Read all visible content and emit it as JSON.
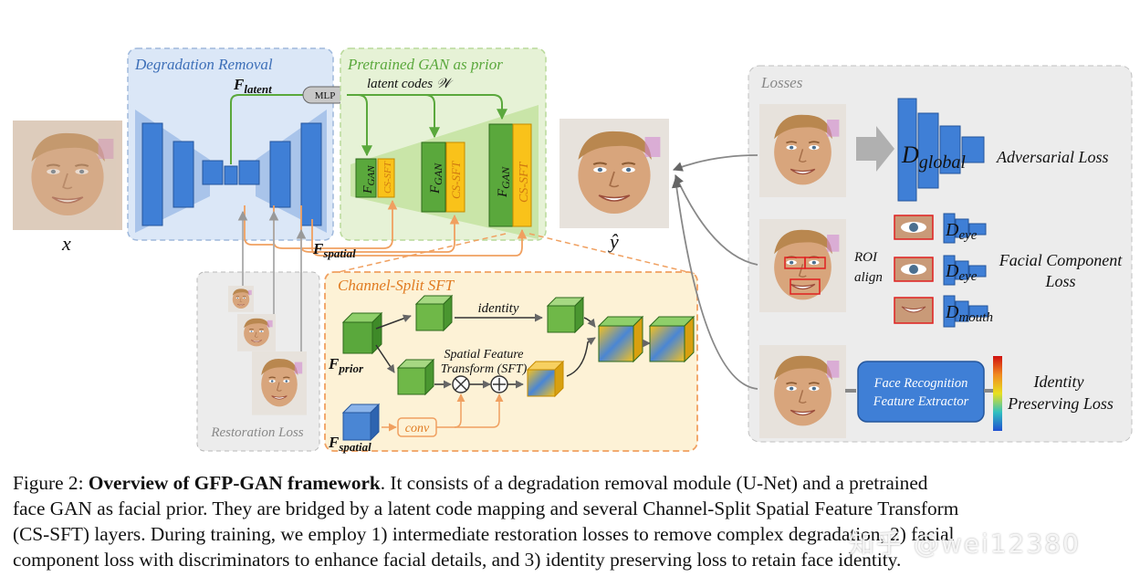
{
  "labels": {
    "degradation_removal": "Degradation Removal",
    "pretrained_gan": "Pretrained GAN as prior",
    "f_latent": "latent",
    "mlp": "MLP",
    "latent_codes": "latent codes 𝒲",
    "f_spatial": "spatial",
    "x": "x",
    "y_hat": "ŷ",
    "losses": "Losses",
    "adversarial_loss": "Adversarial Loss",
    "d_global_sub": "global",
    "roi_align_1": "ROI",
    "roi_align_2": "align",
    "d_eye_sub": "eye",
    "d_mouth_sub": "mouth",
    "facial_component_loss_1": "Facial Component",
    "facial_component_loss_2": "Loss",
    "face_recognition_1": "Face Recognition",
    "face_recognition_2": "Feature Extractor",
    "identity_preserving_1": "Identity",
    "identity_preserving_2": "Preserving Loss",
    "restoration_loss": "Restoration Loss",
    "channel_split_sft": "Channel-Split SFT",
    "identity": "identity",
    "sft_1": "Spatial Feature",
    "sft_2": "Transform (SFT)",
    "f_prior_sub": "prior",
    "f_spatial_sub": "spatial",
    "conv": "conv",
    "fgan_sub": "GAN",
    "cs_sft": "CS-SFT",
    "F": "F",
    "D": "D"
  },
  "colors": {
    "unet_blue": "#3f7fd6",
    "unet_box": "#dbe7f7",
    "gan_green": "#5aa83c",
    "gan_box": "#e6f2d6",
    "cs_sft_yellow": "#f9c21a",
    "sft_box": "#fdf2d6",
    "orange_line": "#f0a060",
    "loss_box": "#ececec"
  },
  "caption": {
    "fig_label": "Figure 2:",
    "title": "Overview of GFP-GAN framework",
    "l1_rest": ".  It consists of a degradation removal module (U-Net) and a pretrained",
    "l2": "face GAN as facial prior.  They are bridged by a latent code mapping and several Channel-Split Spatial Feature Transform",
    "l3": "(CS-SFT) layers.  During training, we employ 1) intermediate restoration losses to remove complex degradation, 2) facial",
    "l4": "component loss with discriminators to enhance facial details, and 3) identity preserving loss to retain face identity."
  },
  "watermark": "知乎 @wei12380"
}
